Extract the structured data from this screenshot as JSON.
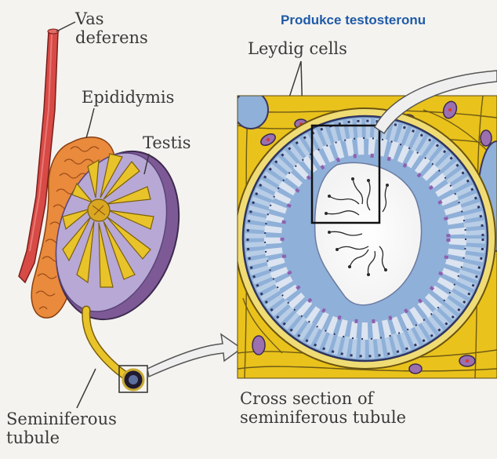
{
  "banner": "Produkce testosteronu",
  "labels": {
    "vas_line1": "Vas",
    "vas_line2": "deferens",
    "leydig": "Leydig cells",
    "epididymis": "Epididymis",
    "testis": "Testis",
    "seminiferous_line1": "Seminiferous",
    "seminiferous_line2": "tubule",
    "cross_line1": "Cross section of",
    "cross_line2": "seminiferous tubule"
  },
  "colors": {
    "background": "#f4f3ef",
    "vas_deferens": "#d84a46",
    "epididymis": "#e98a3c",
    "testis_lobules": "#b8a8d6",
    "tubule_yellow": "#e8c32a",
    "spermatogenic_cells": "#8fb0d8",
    "interstitial": "#e9c21c",
    "banner_text": "#1f5aa8"
  },
  "icons": [
    "arrow-icon"
  ]
}
